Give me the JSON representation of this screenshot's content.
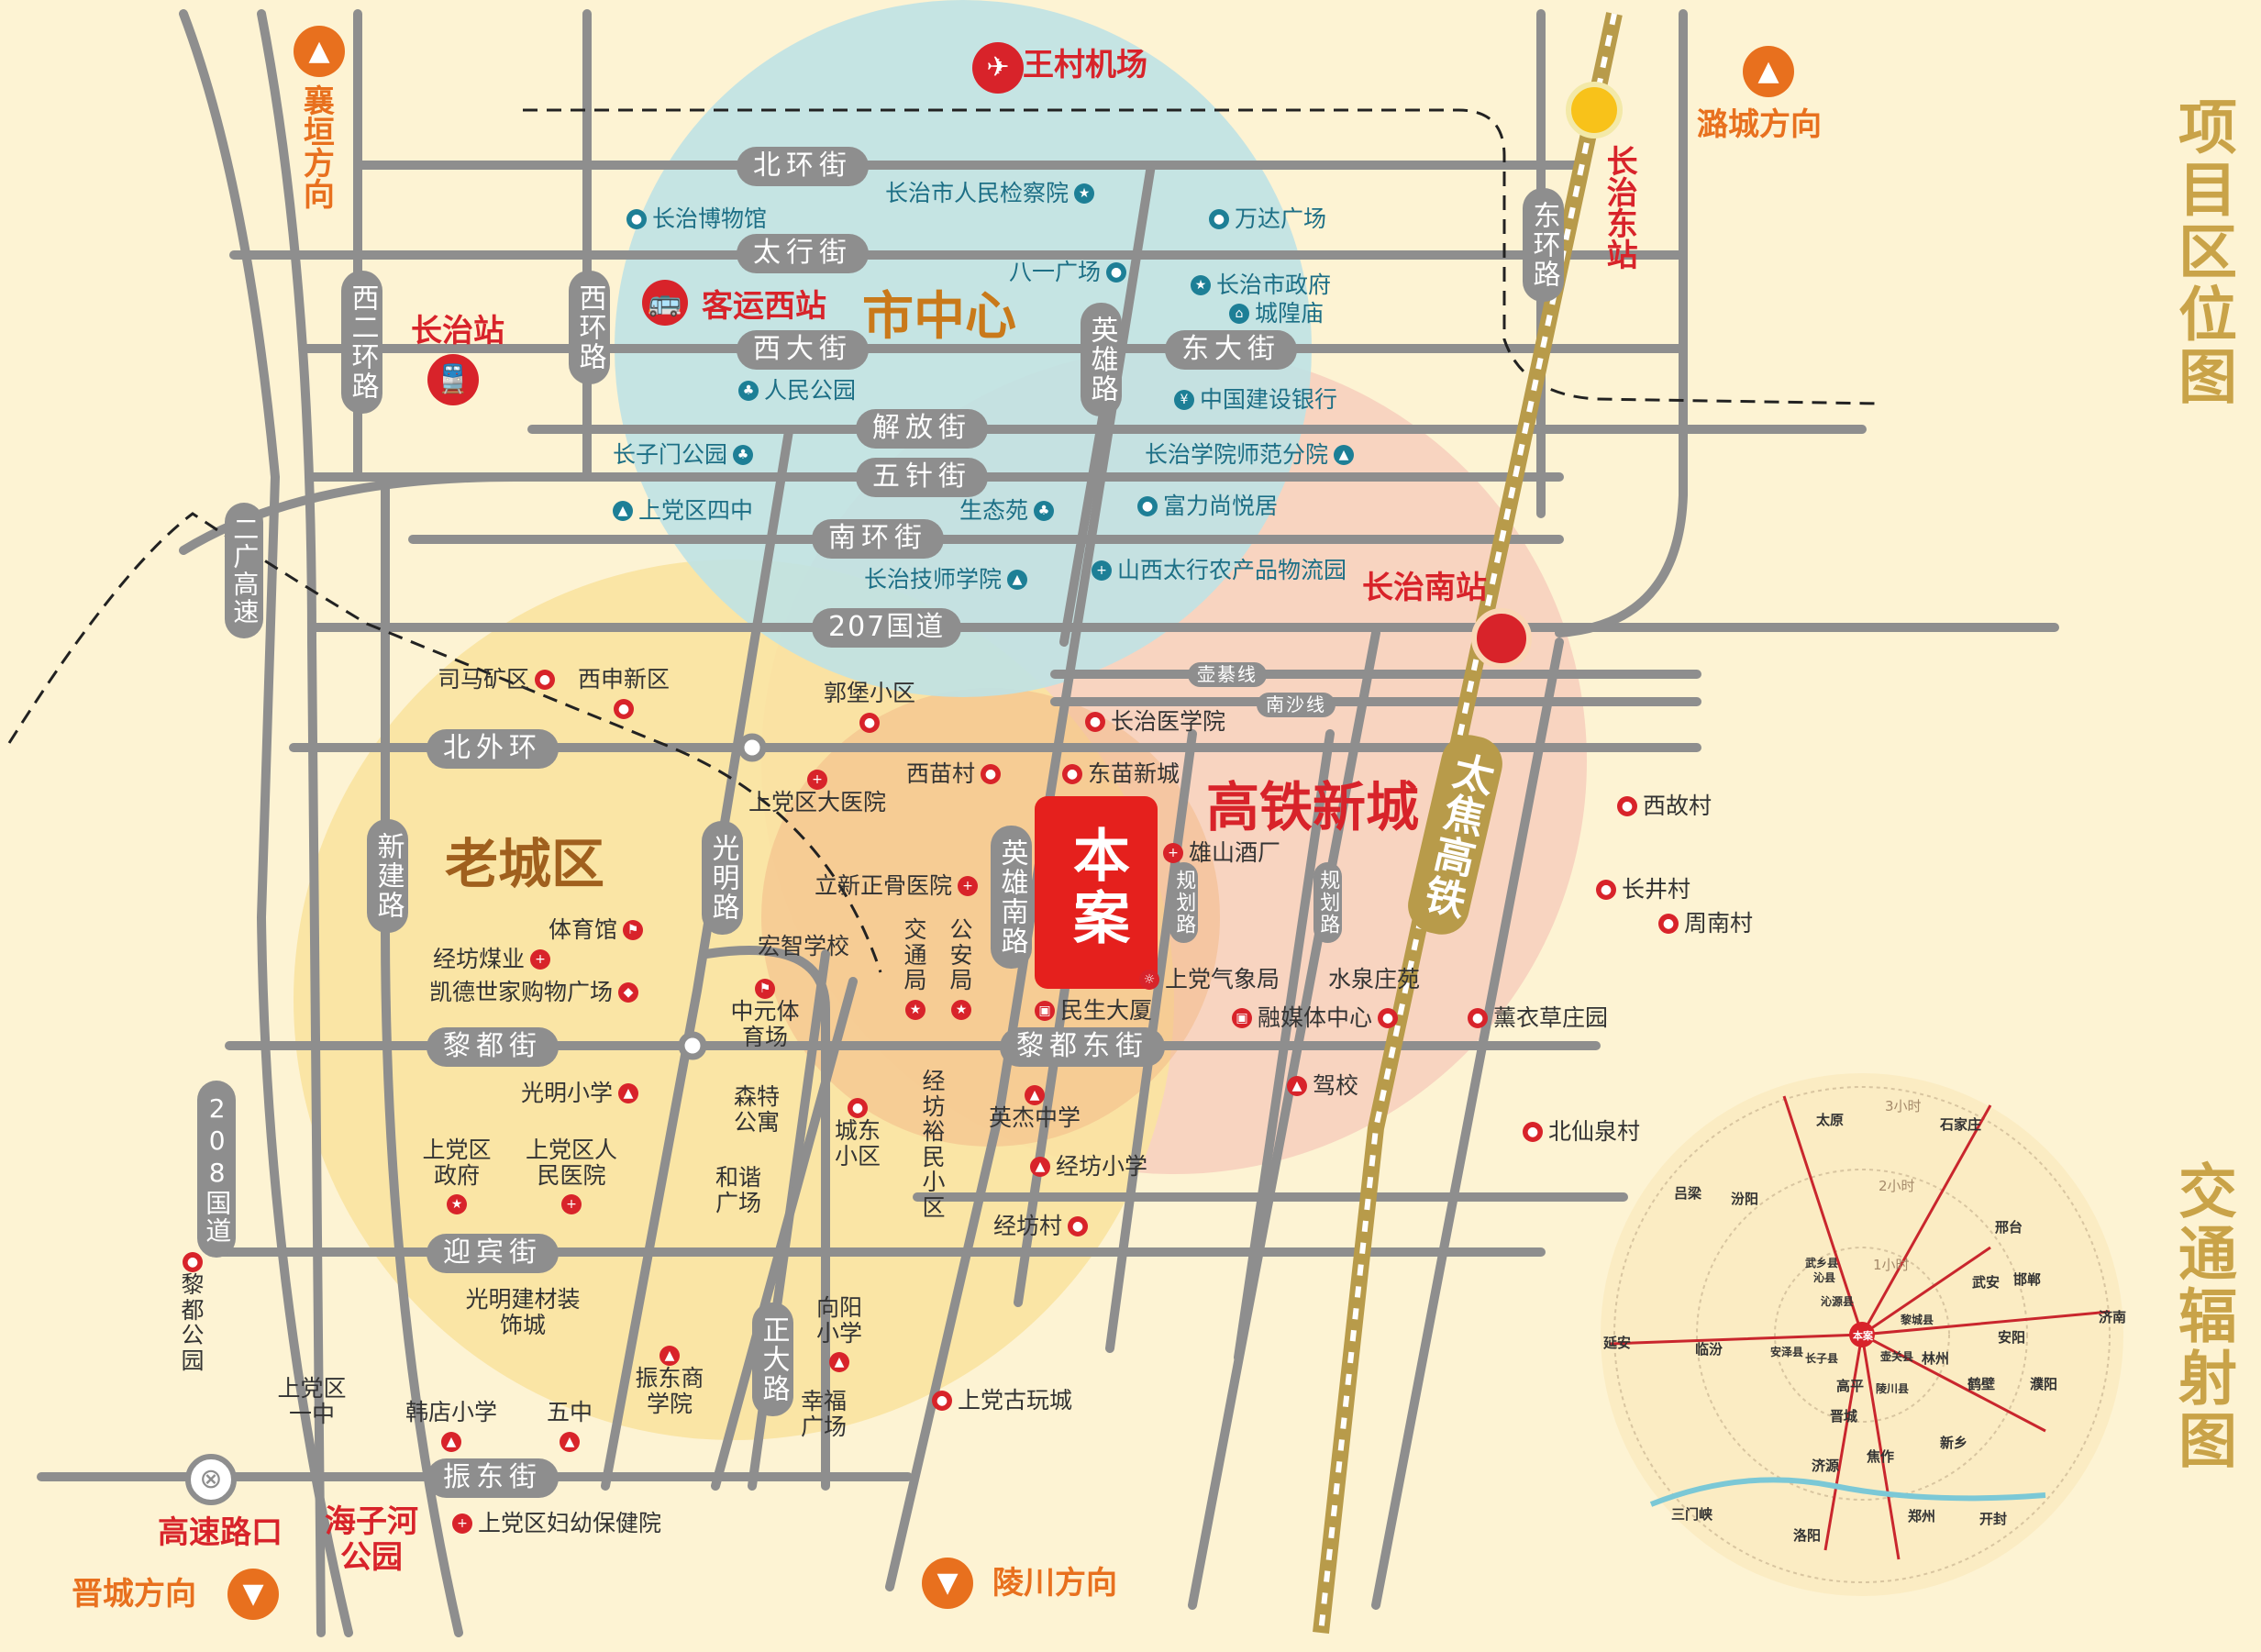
{
  "colors": {
    "background": "#fdf3d3",
    "road": "#8e8e8e",
    "zone_center": "#bfe2e4",
    "zone_old_city": "#f9e3a0",
    "zone_high_speed": "#f5c9b9",
    "brand_red": "#d8232a",
    "direction_orange": "#e8701e",
    "title_gold": "#c9a348",
    "rail": "#b89b4a"
  },
  "titles": {
    "location_map": "项目区位图",
    "traffic_map": "交通辐射图"
  },
  "districts": {
    "city_center": "市中心",
    "old_city": "老城区",
    "high_speed_new_city": "高铁新城",
    "project": "本案"
  },
  "railway": {
    "label": "太焦高铁"
  },
  "roads": {
    "beihuan": "北环街",
    "taihang": "太行街",
    "xida": "西大街",
    "dongda": "东大街",
    "jiefang": "解放街",
    "wuzhen": "五针街",
    "nanhuan": "南环街",
    "guodao207": "207国道",
    "beiwaihuan": "北外环",
    "lidu": "黎都街",
    "lidu_east": "黎都东街",
    "yingbin": "迎宾街",
    "zhendong": "振东街",
    "xi_erhuan": "西二环路",
    "xihuan": "西环路",
    "donghuan": "东环路",
    "yingxiong": "英雄路",
    "yingxiong_south": "英雄南路",
    "guangming": "光明路",
    "xinjian": "新建路",
    "zhengda": "正大路",
    "erguang": "二广高速",
    "guodao208": "208国道",
    "huzhuang": "壶綦线",
    "nansha": "南沙线",
    "plan_a": "规划路",
    "plan_b": "规划路"
  },
  "stations": {
    "airport": "王村机场",
    "east_station": "长治东站",
    "changzhi_station": "长治站",
    "west_bus": "客运西站",
    "south_station": "长治南站",
    "highway_exit": "高速路口",
    "haizihe_park": "海子河公园"
  },
  "directions": {
    "xiangyuan": "襄垣方向",
    "lucheng": "潞城方向",
    "lingchuan": "陵川方向",
    "jincheng": "晋城方向"
  },
  "pois": {
    "procuratorate": "长治市人民检察院",
    "museum": "长治博物馆",
    "wanda": "万达广场",
    "bayi_square": "八一广场",
    "city_gov": "长治市政府",
    "chenghuang": "城隍庙",
    "people_park": "人民公园",
    "ccb": "中国建设银行",
    "changzimen_park": "长子门公园",
    "normal_branch": "长治学院师范分院",
    "shangdang_4th": "上党区四中",
    "shengtaiyuan": "生态苑",
    "fuli": "富力尚悦居",
    "tech_college": "长治技师学院",
    "taihang_agri": "山西太行农产品物流园",
    "simakuang": "司马矿区",
    "xishen": "西申新区",
    "guobao": "郭堡小区",
    "medical_college": "长治医学院",
    "ximiao": "西苗村",
    "dongmiao": "东苗新城",
    "shangdang_hospital": "上党区大医院",
    "lixin_hospital": "立新正骨医院",
    "xiongshan": "雄山酒厂",
    "xiguzhuang": "西故村",
    "changjing": "长井村",
    "zhounan": "周南村",
    "gym": "体育馆",
    "jingfang_coal": "经坊煤业",
    "kaide_mall": "凯德世家购物广场",
    "hongzhi": "宏智学校",
    "zhongyuan_sports": "中元体育场",
    "jiaotong_bureau": "交通局",
    "gongan_bureau": "公安局",
    "weather_bureau": "上党气象局",
    "minsheng": "民生大厦",
    "shuiquan": "水泉庄苑",
    "media_center": "融媒体中心",
    "lavender": "薰衣草庄园",
    "guangming_school": "光明小学",
    "sente": "森特公寓",
    "chengdong": "城东小区",
    "jingfangyumin": "经坊裕民小区",
    "yingjie": "英杰中学",
    "jiaxiao": "驾校",
    "jingfang_primary": "经坊小学",
    "beixianquan": "北仙泉村",
    "shangdang_gov": "上党区政府",
    "shangdang_people_hosp": "上党区人民医院",
    "hexie": "和谐广场",
    "jingfang_village": "经坊村",
    "guangming_market": "光明建材装饰城",
    "xiangyang": "向阳小学",
    "zhendong_college": "振东商学院",
    "xingfu": "幸福广场",
    "old_town": "上党古玩城",
    "lidu_park": "黎都公园",
    "shangdang_no1": "上党区一中",
    "handian": "韩店小学",
    "no5": "五中",
    "maternal": "上党区妇幼保健院"
  },
  "inset": {
    "rings": [
      "1小时",
      "2小时",
      "3小时"
    ],
    "cities": [
      "太原",
      "石家庄",
      "吕梁",
      "汾阳",
      "邢台",
      "武乡县",
      "沁县",
      "武安",
      "邯郸",
      "沁源县",
      "黎城县",
      "安阳",
      "济南",
      "延安",
      "临汾",
      "安泽县",
      "长子县",
      "本案",
      "壶关县",
      "林州",
      "高平",
      "陵川县",
      "鹤壁",
      "濮阳",
      "晋城",
      "新乡",
      "济源",
      "焦作",
      "三门峡",
      "郑州",
      "开封",
      "洛阳"
    ]
  }
}
